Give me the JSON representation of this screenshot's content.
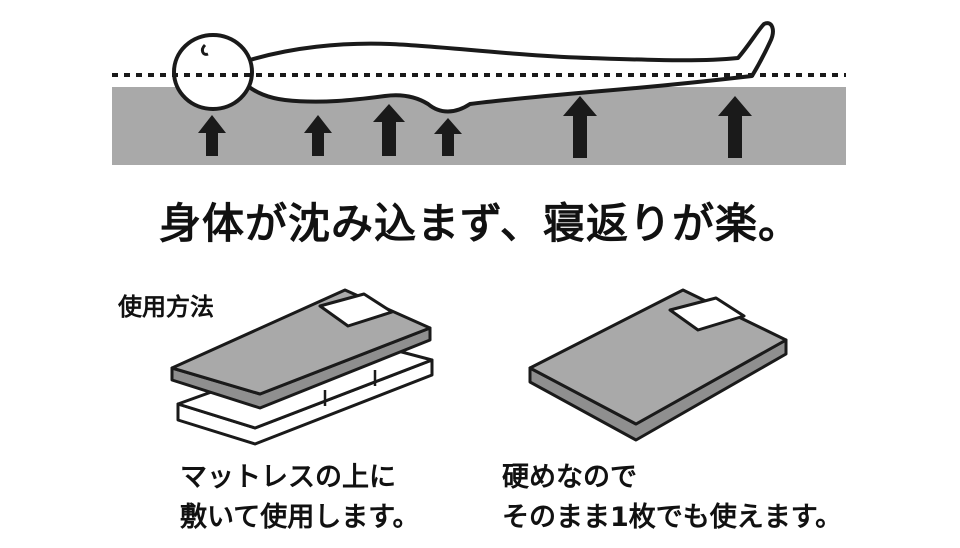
{
  "headline": "身体が沈み込まず、寝返りが楽。",
  "usage": {
    "title": "使用方法",
    "left_caption": {
      "line1": "マットレスの上に",
      "line2": "敷いて使用します。"
    },
    "right_caption": {
      "line1": "硬めなので",
      "line2": "そのまま1枚でも使えます。"
    }
  },
  "colors": {
    "mattress_gray": "#a9a9a9",
    "pad_gray": "#c9c9c9",
    "outline": "#1a1a1a"
  }
}
